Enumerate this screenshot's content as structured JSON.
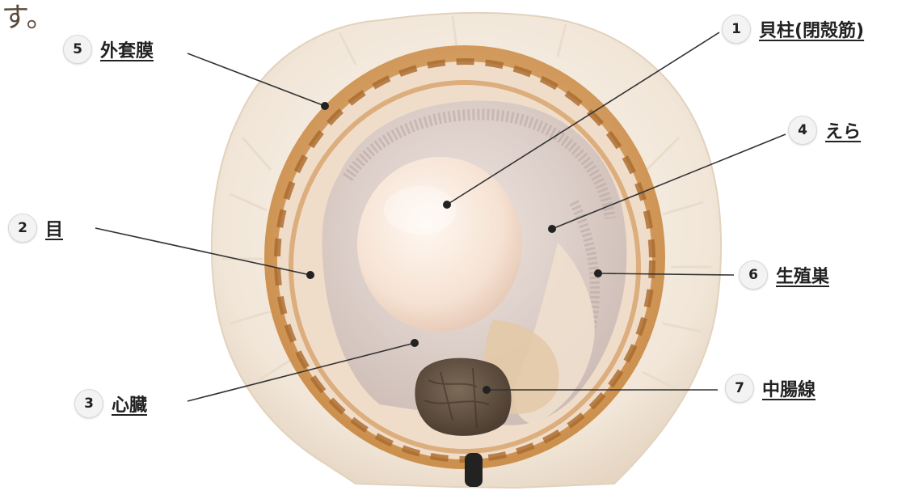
{
  "top_fragment": "す。",
  "labels": [
    {
      "id": "adductor",
      "number": "1",
      "text": "貝柱(閉殻筋)"
    },
    {
      "id": "eye",
      "number": "2",
      "text": "目"
    },
    {
      "id": "heart",
      "number": "3",
      "text": "心臓"
    },
    {
      "id": "gill",
      "number": "4",
      "text": "えら"
    },
    {
      "id": "mantle",
      "number": "5",
      "text": "外套膜"
    },
    {
      "id": "gonad",
      "number": "6",
      "text": "生殖巣"
    },
    {
      "id": "digestive-gland",
      "number": "7",
      "text": "中腸線"
    }
  ],
  "colors": {
    "shell": "#f4ede4",
    "mantle_edge": "#b8752e",
    "adductor": "#f7e6da",
    "gill": "#d9cbc6",
    "digestive_gland": "#6b5a4a",
    "leader_line": "#333333",
    "text": "#222222"
  }
}
